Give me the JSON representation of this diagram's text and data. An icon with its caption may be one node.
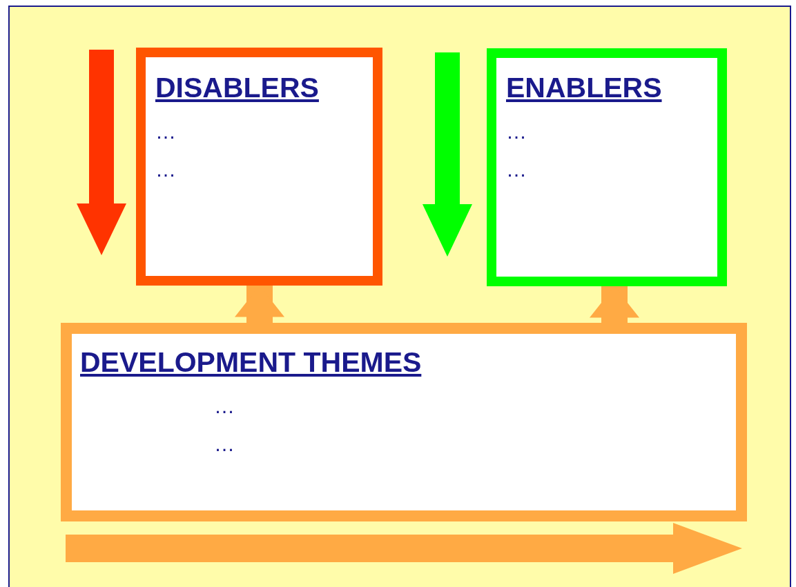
{
  "diagram": {
    "nodes": [
      {
        "text": [
          "DISABLERS",
          "…",
          "…"
        ]
      },
      {
        "text": [
          "ENABLERS",
          "…",
          "…"
        ]
      },
      {
        "text": [
          "DEVELOPMENT THEMES",
          "…",
          "…"
        ]
      }
    ],
    "edges": [
      {
        "from": 2,
        "to": 0,
        "arrow": "to"
      },
      {
        "from": 2,
        "to": 1,
        "arrow": "to"
      }
    ]
  }
}
